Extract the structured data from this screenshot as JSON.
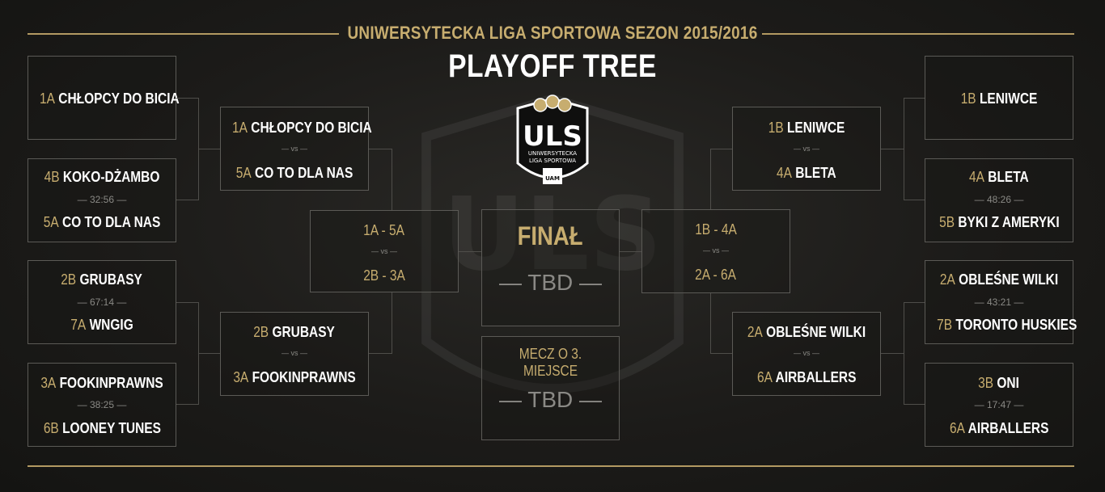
{
  "header": {
    "subtitle": "UNIWERSYTECKA LIGA SPORTOWA  SEZON 2015/2016",
    "title": "PLAYOFF TREE"
  },
  "logo": {
    "big": "ULS",
    "line1": "UNIWERSYTECKA",
    "line2": "LIGA SPORTOWA",
    "badge": "UAM"
  },
  "left": {
    "r1": [
      {
        "a_seed": "1A",
        "a_team": "CHŁOPCY DO BICIA",
        "score": "",
        "b_seed": "",
        "b_team": ""
      },
      {
        "a_seed": "4B",
        "a_team": "KOKO-DŻAMBO",
        "score": "32:56",
        "b_seed": "5A",
        "b_team": "CO TO DLA NAS"
      },
      {
        "a_seed": "2B",
        "a_team": "GRUBASY",
        "score": "67:14",
        "b_seed": "7A",
        "b_team": "WNGIG"
      },
      {
        "a_seed": "3A",
        "a_team": "FOOKINPRAWNS",
        "score": "38:25",
        "b_seed": "6B",
        "b_team": "LOONEY TUNES"
      }
    ],
    "r2": [
      {
        "a_seed": "1A",
        "a_team": "CHŁOPCY DO BICIA",
        "score": "vs",
        "b_seed": "5A",
        "b_team": "CO TO DLA NAS"
      },
      {
        "a_seed": "2B",
        "a_team": "GRUBASY",
        "score": "vs",
        "b_seed": "3A",
        "b_team": "FOOKINPRAWNS"
      }
    ],
    "semi": {
      "a": "1A - 5A",
      "score": "vs",
      "b": "2B - 3A"
    }
  },
  "right": {
    "r1": [
      {
        "a_seed": "1B",
        "a_team": "LENIWCE",
        "score": "",
        "b_seed": "",
        "b_team": ""
      },
      {
        "a_seed": "4A",
        "a_team": "BLETA",
        "score": "48:26",
        "b_seed": "5B",
        "b_team": "BYKI Z AMERYKI"
      },
      {
        "a_seed": "2A",
        "a_team": "OBLEŚNE WILKI",
        "score": "43:21",
        "b_seed": "7B",
        "b_team": "TORONTO HUSKIES"
      },
      {
        "a_seed": "3B",
        "a_team": "ONI",
        "score": "17:47",
        "b_seed": "6A",
        "b_team": "AIRBALLERS"
      }
    ],
    "r2": [
      {
        "a_seed": "1B",
        "a_team": "LENIWCE",
        "score": "vs",
        "b_seed": "4A",
        "b_team": "BLETA"
      },
      {
        "a_seed": "2A",
        "a_team": "OBLEŚNE WILKI",
        "score": "vs",
        "b_seed": "6A",
        "b_team": "AIRBALLERS"
      }
    ],
    "semi": {
      "a": "1B - 4A",
      "score": "vs",
      "b": "2A - 6A"
    }
  },
  "final": {
    "title": "FINAŁ",
    "tbd": "TBD"
  },
  "third": {
    "title": "MECZ O 3. MIEJSCE",
    "tbd": "TBD"
  },
  "colors": {
    "gold": "#c7ad6f",
    "line": "#b39a62",
    "border": "#5b5a56",
    "background": "#1c1b19"
  }
}
